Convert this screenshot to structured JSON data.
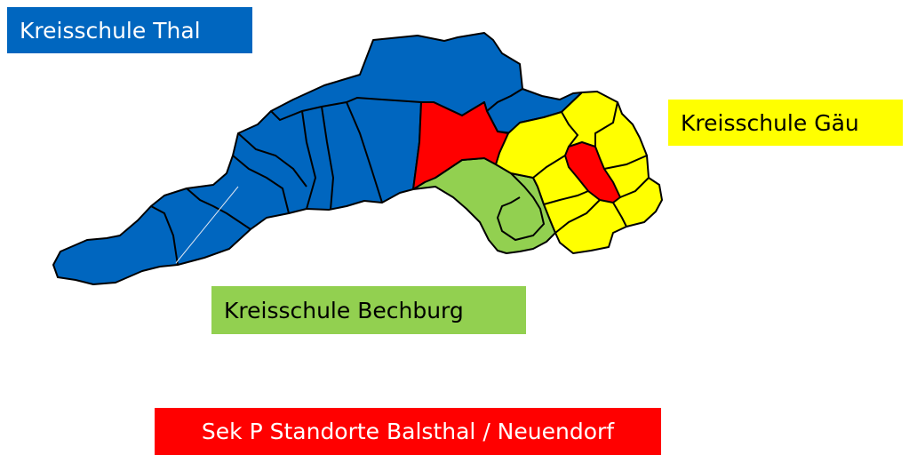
{
  "labels": {
    "thal": "Kreisschule Thal",
    "gaeu": "Kreisschule Gäu",
    "bechburg": "Kreisschule Bechburg",
    "sek_p": "Sek P Standorte Balsthal / Neuendorf"
  },
  "colors": {
    "thal": "#0066bf",
    "gaeu": "#ffff00",
    "bechburg": "#92d050",
    "sek_p": "#ff0000"
  }
}
